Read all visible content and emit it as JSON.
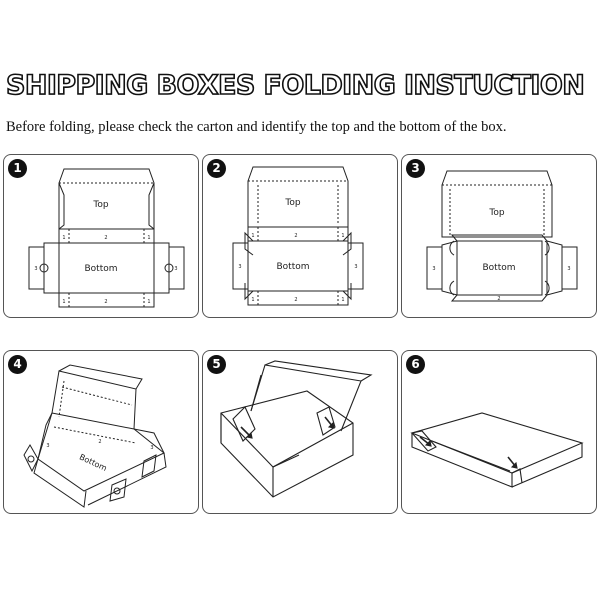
{
  "header": {
    "title": "SHIPPING BOXES FOLDING INSTUCTION",
    "subtitle": "Before folding, please check the carton and identify the top and the bottom of the box."
  },
  "steps": [
    {
      "number": "1",
      "top_label": "Top",
      "bottom_label": "Bottom",
      "fold_marks": [
        "1",
        "2",
        "1",
        "3",
        "3",
        "1",
        "2",
        "1"
      ]
    },
    {
      "number": "2",
      "top_label": "Top",
      "bottom_label": "Bottom",
      "fold_marks": [
        "1",
        "2",
        "1",
        "3",
        "3",
        "1",
        "2",
        "1"
      ]
    },
    {
      "number": "3",
      "top_label": "Top",
      "bottom_label": "Bottom",
      "fold_marks": [
        "3",
        "3",
        "2"
      ]
    },
    {
      "number": "4",
      "bottom_label": "Bottom",
      "fold_marks": [
        "2",
        "3",
        "3"
      ]
    },
    {
      "number": "5"
    },
    {
      "number": "6"
    }
  ]
}
